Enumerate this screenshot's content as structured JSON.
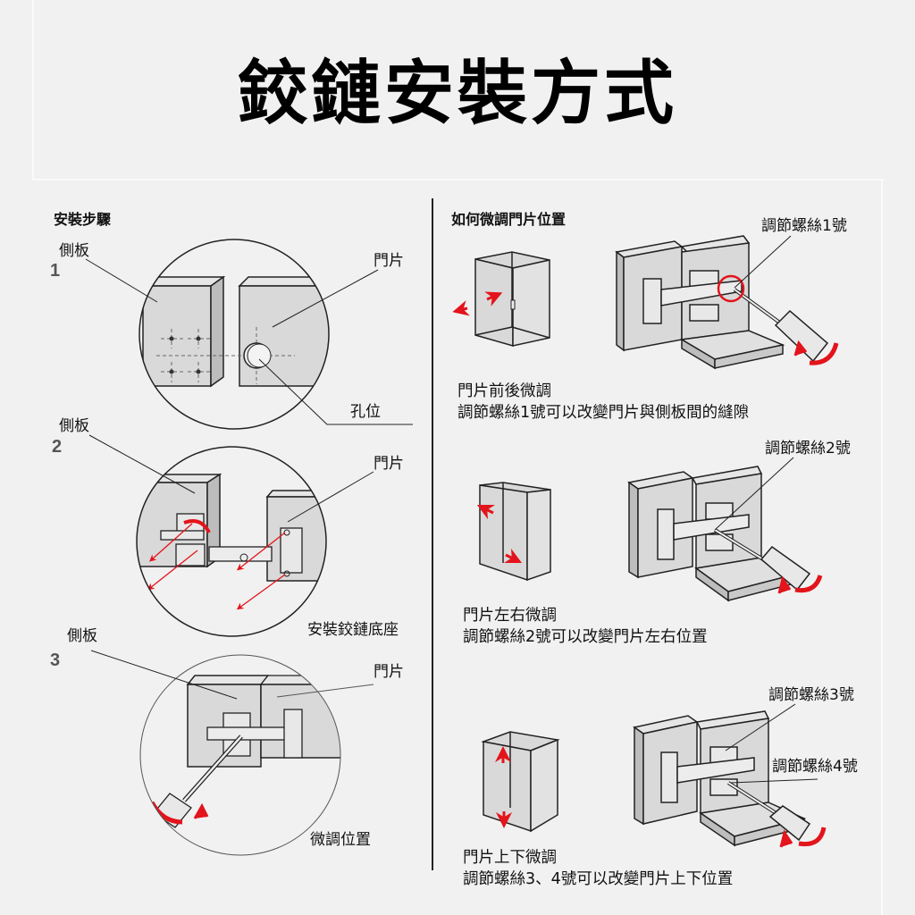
{
  "title": "鉸鏈安裝方式",
  "left": {
    "heading": "安裝步驟",
    "steps": [
      {
        "number": "1",
        "side_panel": "側板",
        "door": "門片",
        "note": "孔位"
      },
      {
        "number": "2",
        "side_panel": "側板",
        "door": "門片",
        "note": "安裝鉸鏈底座"
      },
      {
        "number": "3",
        "side_panel": "側板",
        "door": "門片",
        "note": "微調位置"
      }
    ]
  },
  "right": {
    "heading": "如何微調門片位置",
    "adjustments": [
      {
        "screw_labels": [
          "調節螺絲1號"
        ],
        "caption_title": "門片前後微調",
        "caption_text": "調節螺絲1號可以改變門片與側板間的縫隙"
      },
      {
        "screw_labels": [
          "調節螺絲2號"
        ],
        "caption_title": "門片左右微調",
        "caption_text": "調節螺絲2號可以改變門片左右位置"
      },
      {
        "screw_labels": [
          "調節螺絲3號",
          "調節螺絲4號"
        ],
        "caption_title": "門片上下微調",
        "caption_text": "調節螺絲3、4號可以改變門片上下位置"
      }
    ]
  },
  "colors": {
    "background": "#f1f1f1",
    "panel": "#d9d9d9",
    "line": "#222222",
    "accent_red": "#e3141b"
  }
}
